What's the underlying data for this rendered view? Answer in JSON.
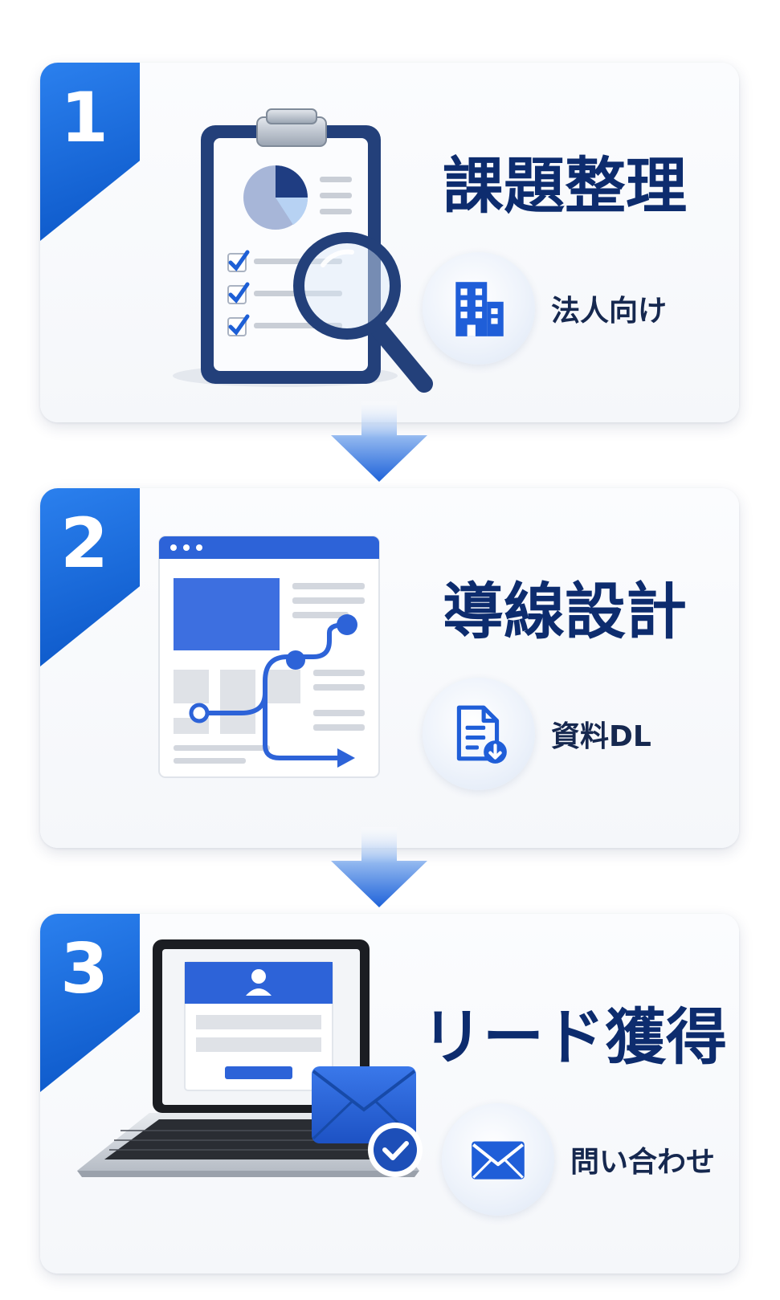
{
  "steps": [
    {
      "number": "1",
      "title": "課題整理",
      "tag": "法人向け",
      "illustration": "clipboard-magnifier",
      "tag_icon": "building-icon"
    },
    {
      "number": "2",
      "title": "導線設計",
      "tag": "資料DL",
      "illustration": "webpage-flow",
      "tag_icon": "document-download-icon"
    },
    {
      "number": "3",
      "title": "リード獲得",
      "tag": "問い合わせ",
      "illustration": "laptop-email",
      "tag_icon": "envelope-icon"
    }
  ],
  "colors": {
    "badge_blue": "#1a6fe0",
    "title_navy": "#0d2c6e",
    "accent_blue": "#2d63d8"
  }
}
